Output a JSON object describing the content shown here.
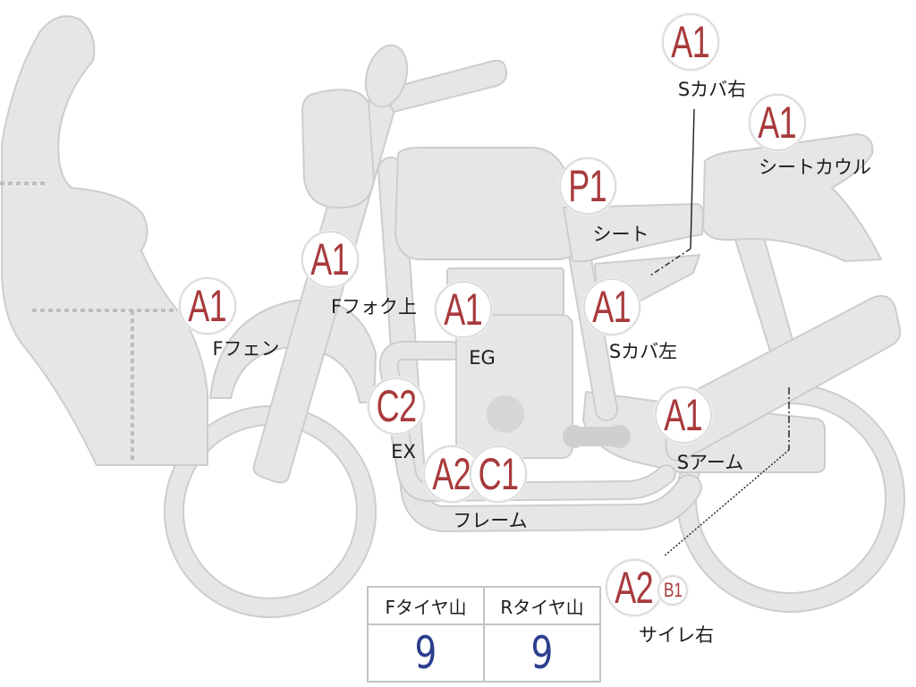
{
  "colors": {
    "grade_text": "#a83a3c",
    "shape_fill": "#e6e6e6",
    "shape_stroke": "#cdcdcd",
    "tread_value": "#2c3e8e",
    "label_text": "#1c1c1c"
  },
  "parts": [
    {
      "label": "Sカバ右",
      "grades": [
        "A1"
      ]
    },
    {
      "label": "シートカウル",
      "grades": [
        "A1"
      ]
    },
    {
      "label": "シート",
      "grades": [
        "P1"
      ]
    },
    {
      "label": "Fフォク上",
      "grades": [
        "A1"
      ]
    },
    {
      "label": "Fフェン",
      "grades": [
        "A1"
      ]
    },
    {
      "label": "EG",
      "grades": [
        "A1"
      ]
    },
    {
      "label": "Sカバ左",
      "grades": [
        "A1"
      ]
    },
    {
      "label": "EX",
      "grades": [
        "C2"
      ]
    },
    {
      "label": "Sアーム",
      "grades": [
        "A1"
      ]
    },
    {
      "label": "フレーム",
      "grades": [
        "A2",
        "C1"
      ]
    },
    {
      "label": "サイレ右",
      "grades": [
        "A2",
        "B1"
      ]
    }
  ],
  "tire_table": {
    "headers": [
      "Fタイヤ山",
      "Rタイヤ山"
    ],
    "values": [
      "9",
      "9"
    ]
  }
}
